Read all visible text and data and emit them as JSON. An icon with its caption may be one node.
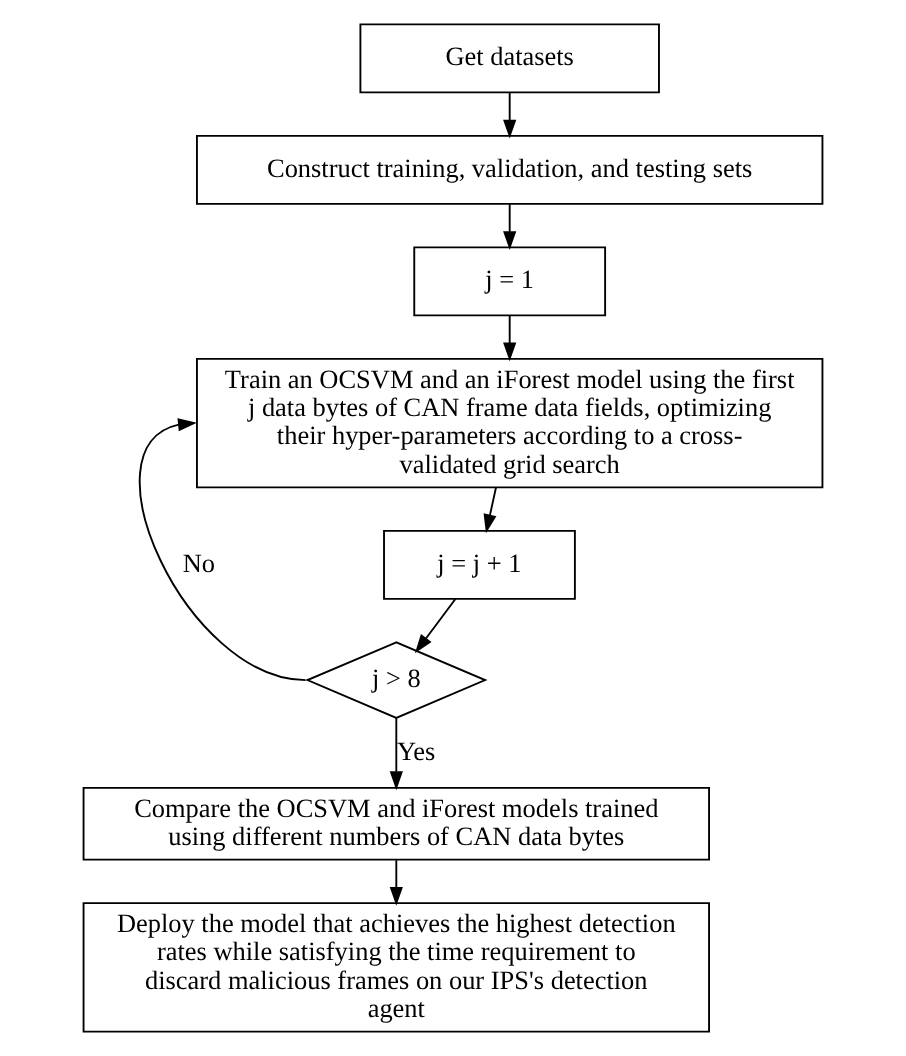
{
  "diagram": {
    "nodes": [
      {
        "text": [
          "Get datasets"
        ]
      },
      {
        "text": [
          "Construct training, validation, and testing sets"
        ]
      },
      {
        "text": [
          "j = 1"
        ]
      },
      {
        "text": [
          "Train an OCSVM and an iForest model using the first j data bytes of CAN frame data fields, optimizing their hyper-parameters according to a cross-validated grid search"
        ]
      },
      {
        "text": [
          "j = j + 1"
        ]
      },
      {
        "text": [
          "j > 8"
        ]
      },
      {
        "text": [
          "Compare the OCSVM and iForest models trained using different numbers of CAN data bytes"
        ]
      },
      {
        "text": [
          "Deploy the model that achieves the highest detection rates while satisfying the time requirement to discard malicious frames on our IPS's detection agent"
        ]
      }
    ],
    "edges": [
      {
        "from": 0,
        "to": 1,
        "arrow": "to"
      },
      {
        "from": 1,
        "to": 2,
        "arrow": "to"
      },
      {
        "from": 2,
        "to": 3,
        "arrow": "to"
      },
      {
        "from": 3,
        "to": 4,
        "arrow": "to"
      },
      {
        "from": 4,
        "to": 5,
        "arrow": "to"
      },
      {
        "from": 5,
        "to": 6,
        "arrow": "to",
        "label": "Yes"
      },
      {
        "from": 5,
        "to": 3,
        "arrow": "to",
        "label": "No"
      },
      {
        "from": 6,
        "to": 7,
        "arrow": "to"
      }
    ]
  }
}
